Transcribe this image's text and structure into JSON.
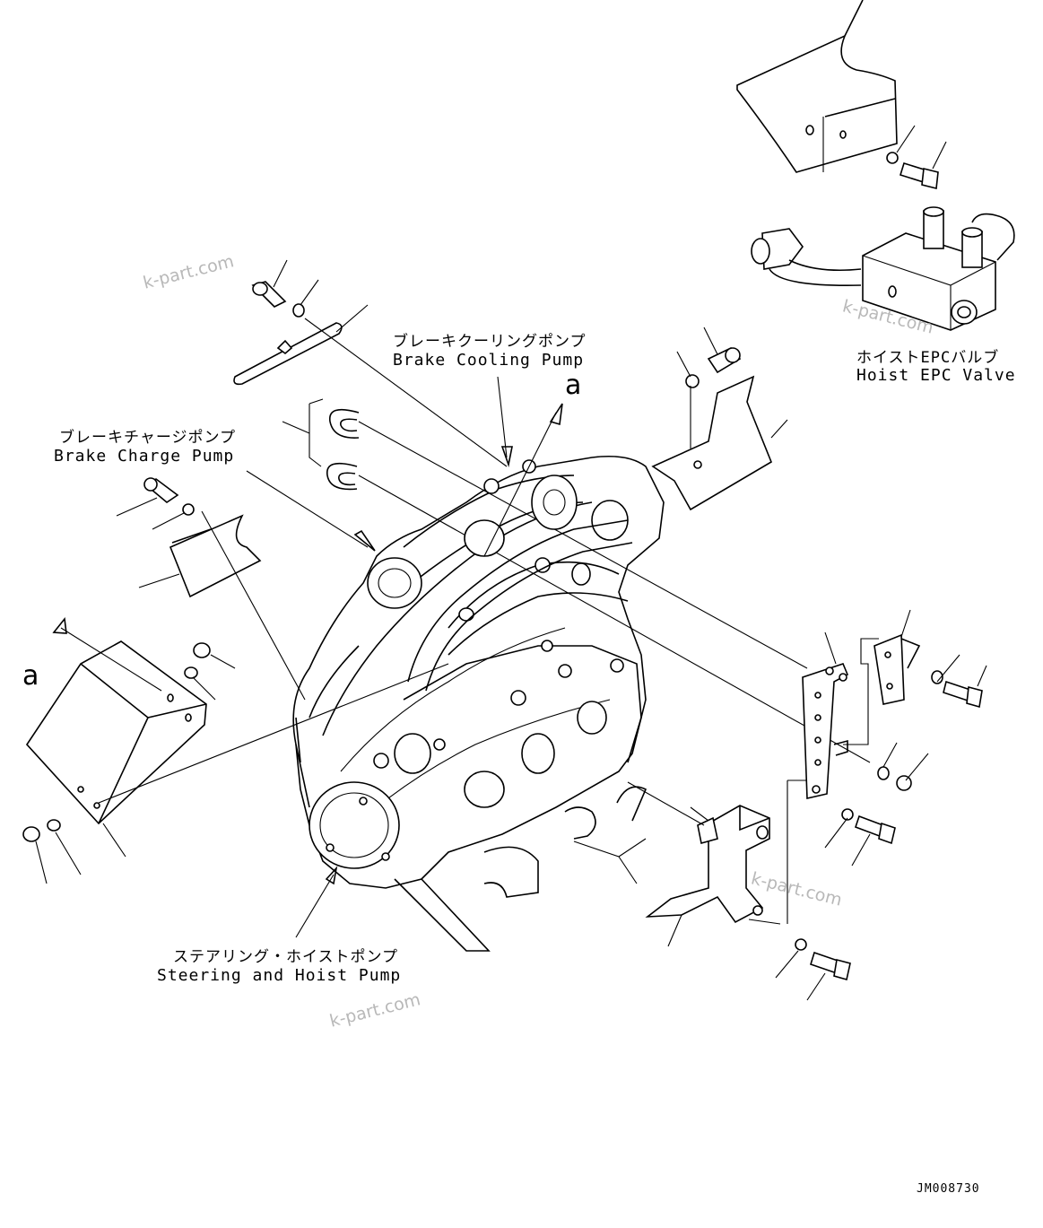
{
  "labels": {
    "hoist_epc_valve": {
      "jp": "ホイストEPCバルブ",
      "en": "Hoist EPC Valve"
    },
    "brake_cooling_pump": {
      "jp": "ブレーキクーリングポンプ",
      "en": "Brake Cooling Pump"
    },
    "brake_charge_pump": {
      "jp": "ブレーキチャージポンプ",
      "en": "Brake Charge Pump"
    },
    "steering_hoist_pump": {
      "jp": "ステアリング・ホイストポンプ",
      "en": "Steering and Hoist Pump"
    }
  },
  "view_marks": {
    "top": "a",
    "left": "a"
  },
  "watermark": "k-part.com",
  "drawing_code": "JM008730"
}
